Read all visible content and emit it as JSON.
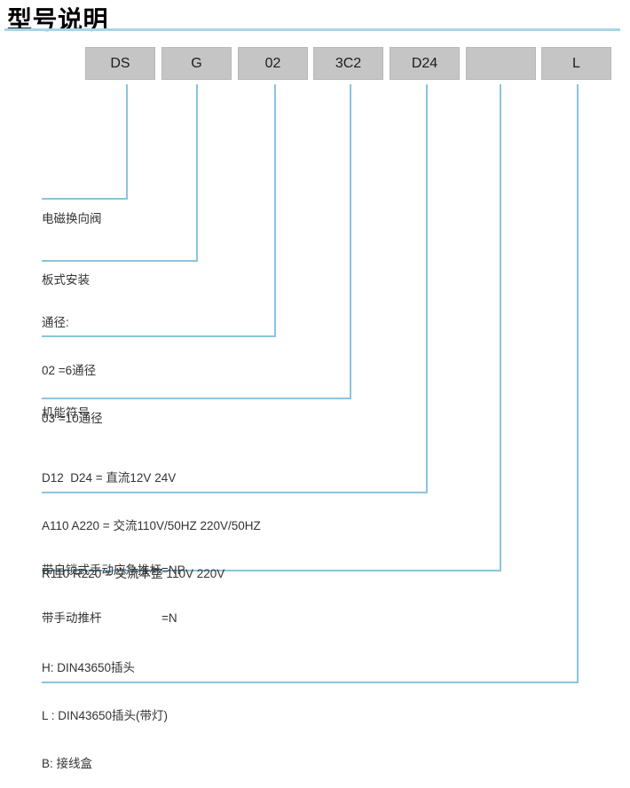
{
  "title": "型号说明",
  "model_code": {
    "segments": [
      {
        "text": "DS"
      },
      {
        "text": "G"
      },
      {
        "text": "02"
      },
      {
        "text": "3C2"
      },
      {
        "text": "D24"
      },
      {
        "text": ""
      },
      {
        "text": "L"
      }
    ]
  },
  "legend": {
    "sections": [
      {
        "lines": [
          "电磁换向阀"
        ]
      },
      {
        "lines": [
          "板式安装"
        ]
      },
      {
        "lines": [
          "通径:",
          "02 =6通径",
          "03 =10通径"
        ]
      },
      {
        "lines": [
          "机能符号"
        ]
      },
      {
        "lines": [
          "D12  D24 = 直流12V 24V",
          "A110 A220 = 交流110V/50HZ 220V/50HZ",
          "R110 R220 = 交流本整 110V 220V"
        ]
      },
      {
        "rows": [
          {
            "name": "带自锁式手动应急推杆",
            "value": "=NP"
          },
          {
            "name": "带手动推杆",
            "value": "=N"
          }
        ]
      },
      {
        "lines": [
          "H: DIN43650插头",
          "L : DIN43650插头(带灯)",
          "B: 接线盒"
        ]
      }
    ]
  },
  "colors": {
    "accent_line": "#8cc4de",
    "title_rule": "#a9d4e7",
    "box_fill": "#c5c5c5"
  }
}
